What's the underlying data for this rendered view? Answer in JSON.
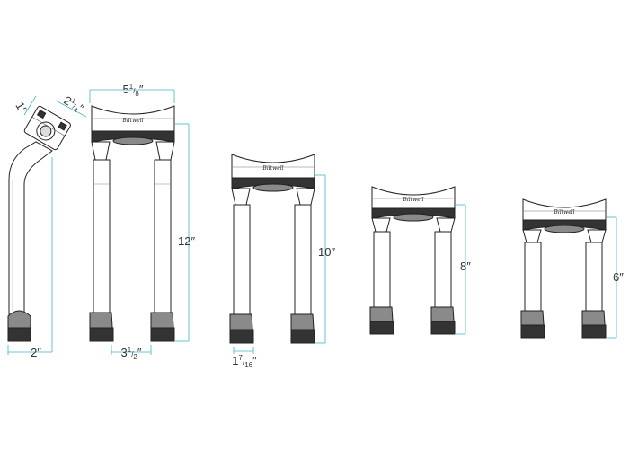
{
  "colors": {
    "outline": "#222222",
    "dimension_line": "#3fb6c8",
    "dark_fill": "#333333",
    "gray_fill": "#8a8a8a",
    "text": "#333333"
  },
  "icons": [
    "riser-side-view",
    "riser-12in",
    "riser-10in",
    "riser-8in",
    "riser-6in",
    "brand-logo-engraving"
  ],
  "labels": {
    "clamp_diameter": "1″",
    "clamp_width": {
      "whole": "2",
      "num": "1",
      "den": "4",
      "unit": "″"
    },
    "top_width": {
      "whole": "5",
      "num": "1",
      "den": "8",
      "unit": "″"
    },
    "base_width": "2″",
    "base_spacing": {
      "whole": "3",
      "num": "1",
      "den": "2",
      "unit": "″"
    },
    "tube_diameter": {
      "whole": "1",
      "num": "7",
      "den": "16",
      "unit": "″"
    },
    "heights": [
      "12″",
      "10″",
      "8″",
      "6″"
    ]
  }
}
